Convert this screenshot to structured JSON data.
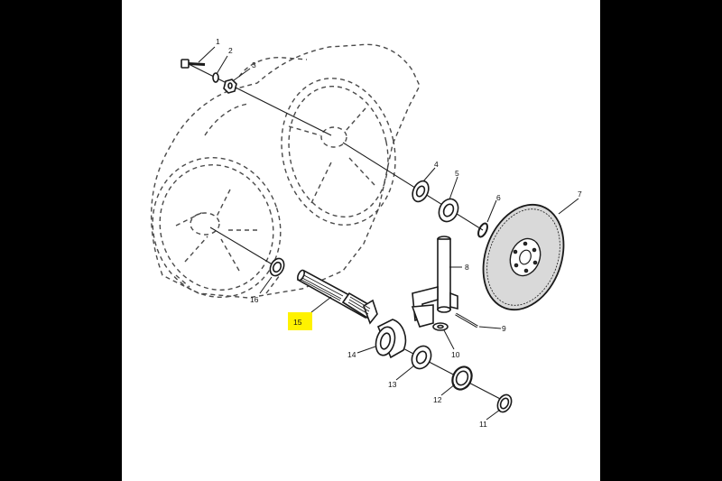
{
  "highlight_color": "#fff200",
  "callouts": [
    {
      "id": "c1",
      "text": "1"
    },
    {
      "id": "c2",
      "text": "2"
    },
    {
      "id": "c3",
      "text": "3"
    },
    {
      "id": "c4",
      "text": "4"
    },
    {
      "id": "c5",
      "text": "5"
    },
    {
      "id": "c6",
      "text": "6"
    },
    {
      "id": "c7",
      "text": "7"
    },
    {
      "id": "c8",
      "text": "8"
    },
    {
      "id": "c9",
      "text": "9"
    },
    {
      "id": "c10",
      "text": "10"
    },
    {
      "id": "c11",
      "text": "11"
    },
    {
      "id": "c12",
      "text": "12"
    },
    {
      "id": "c13",
      "text": "13"
    },
    {
      "id": "c14",
      "text": "14"
    },
    {
      "id": "c15",
      "text": "15",
      "highlighted": true
    },
    {
      "id": "c16",
      "text": "16"
    }
  ]
}
